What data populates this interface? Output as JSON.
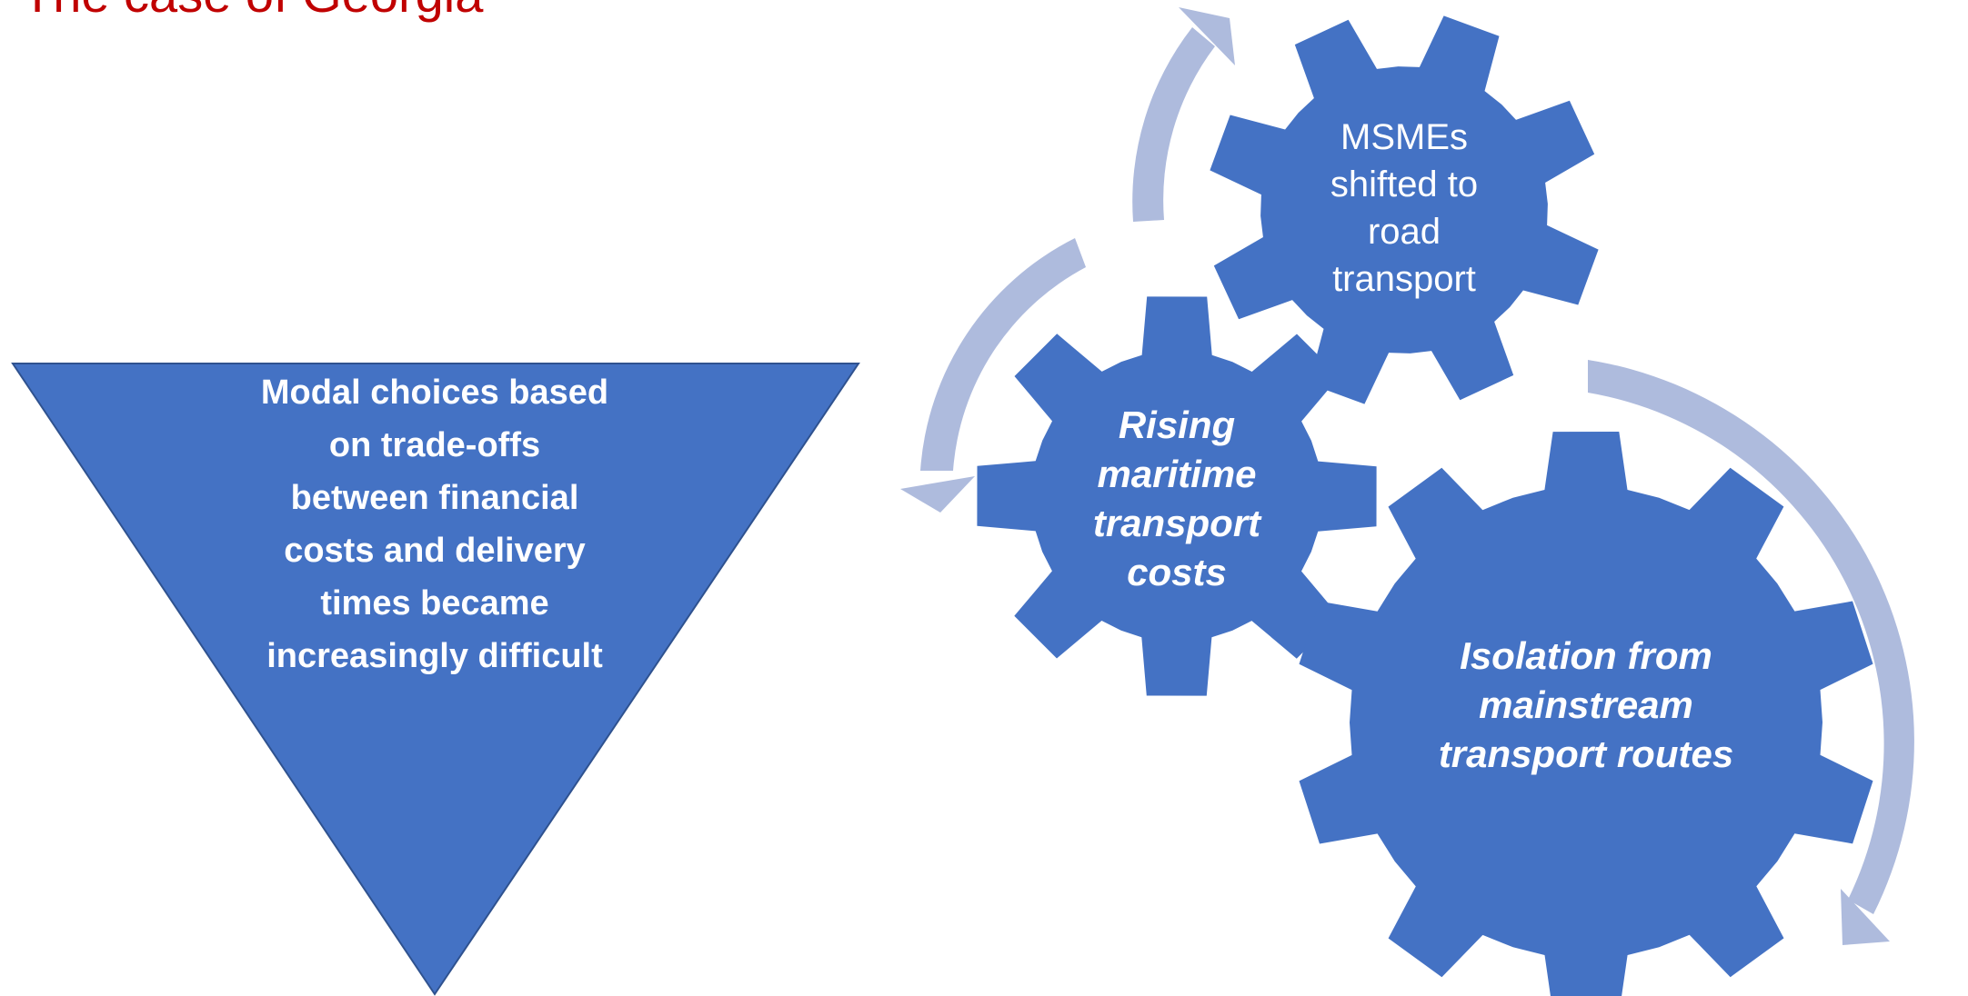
{
  "title": "The case of Georgia",
  "colors": {
    "title": "#c00000",
    "shape_fill": "#4472c4",
    "arrow_fill": "#aebbdd",
    "label_text": "#ffffff"
  },
  "funnel": {
    "lines": [
      "Modal choices based",
      "on trade-offs",
      "between financial",
      "costs and delivery",
      "times became",
      "increasingly difficult"
    ]
  },
  "gears": {
    "msmes": {
      "lines": [
        "MSMEs",
        "shifted to",
        "road",
        "transport"
      ]
    },
    "maritime": {
      "lines": [
        "Rising",
        "maritime",
        "transport",
        "costs"
      ]
    },
    "isolation": {
      "lines": [
        "Isolation from",
        "mainstream",
        "transport routes"
      ]
    }
  },
  "arrows": [
    {
      "name": "top-arc-arrow",
      "icon": "curved-arrow-icon"
    },
    {
      "name": "left-arc-arrow",
      "icon": "curved-arrow-icon"
    },
    {
      "name": "right-arc-arrow",
      "icon": "curved-arrow-icon"
    }
  ]
}
